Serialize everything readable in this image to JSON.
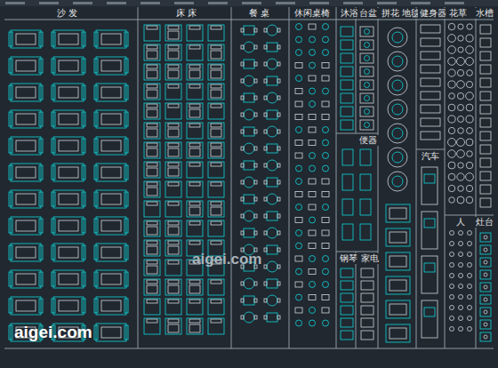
{
  "diagram": {
    "labels": [
      "沙 发",
      "床 床",
      "餐 桌",
      "休闲桌椅",
      "沐浴",
      "台盆",
      "拼花 地毯",
      "健身器",
      "花草",
      "水槽",
      "便器",
      "汽车",
      "人",
      "灶台",
      "aigei.com",
      "钢琴",
      "家电",
      "aigei.com"
    ]
  }
}
